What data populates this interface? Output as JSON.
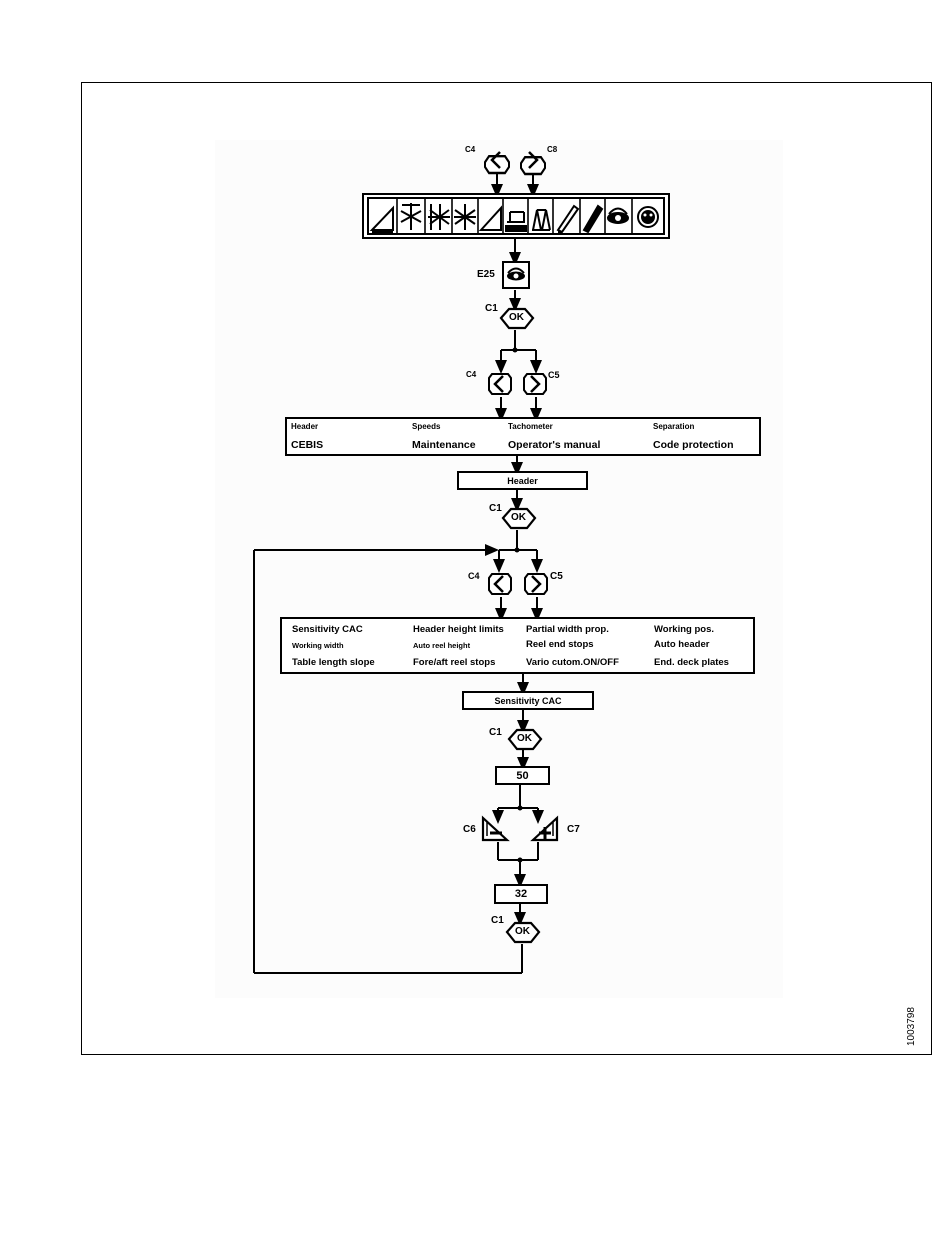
{
  "figure_id": "1003798",
  "labels": {
    "c4_top": "C4",
    "c8_top": "C8",
    "e25": "E25",
    "c1_a": "C1",
    "c4_mid": "C4",
    "c5_mid": "C5",
    "c1_b": "C1",
    "c4_low": "C4",
    "c5_low": "C5",
    "c1_c": "C1",
    "c6": "C6",
    "c7": "C7",
    "c1_d": "C1"
  },
  "buttons": {
    "ok": "OK"
  },
  "icon_bar": {
    "icons": [
      "header-slope-icon",
      "reel-icon",
      "double-reel-icon",
      "double-star-icon",
      "slope-icon",
      "table-icon",
      "weights-icon",
      "pencil-icon",
      "pencil-filled-icon",
      "eye-icon",
      "face-icon"
    ]
  },
  "e25_icon": "eye-icon",
  "main_menu": {
    "row1": [
      "Header",
      "Speeds",
      "Tachometer",
      "Separation"
    ],
    "row2": [
      "CEBIS",
      "Maintenance",
      "Operator's manual",
      "Code protection"
    ]
  },
  "selected_main": "Header",
  "header_menu": {
    "row1": [
      "Sensitivity CAC",
      "Header height limits",
      "Partial width prop.",
      "Working pos."
    ],
    "row2": [
      "Working width",
      "Auto reel height",
      "Reel end stops",
      "Auto header"
    ],
    "row3": [
      "Table length slope",
      "Fore/aft reel stops",
      "Vario cutom.ON/OFF",
      "End. deck plates"
    ]
  },
  "selected_header": "Sensitivity CAC",
  "value_before": "50",
  "value_after": "32"
}
